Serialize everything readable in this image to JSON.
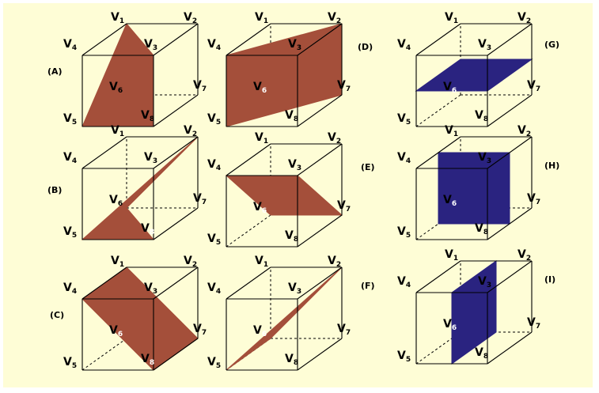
{
  "colors": {
    "background": "#fefdd6",
    "plane_red": "#a44f3a",
    "plane_blue": "#2a2380"
  },
  "panels": {
    "A": {
      "label": "(A)"
    },
    "B": {
      "label": "(B)"
    },
    "C": {
      "label": "(C)"
    },
    "D": {
      "label": "(D)"
    },
    "E": {
      "label": "(E)"
    },
    "F": {
      "label": "(F)"
    },
    "G": {
      "label": "(G)"
    },
    "H": {
      "label": "(H)"
    },
    "I": {
      "label": "(I)"
    }
  },
  "vertex": {
    "letter": "V",
    "n1": "1",
    "n2": "2",
    "n3": "3",
    "n4": "4",
    "n5": "5",
    "n6": "6",
    "n7": "7",
    "n8": "8"
  }
}
